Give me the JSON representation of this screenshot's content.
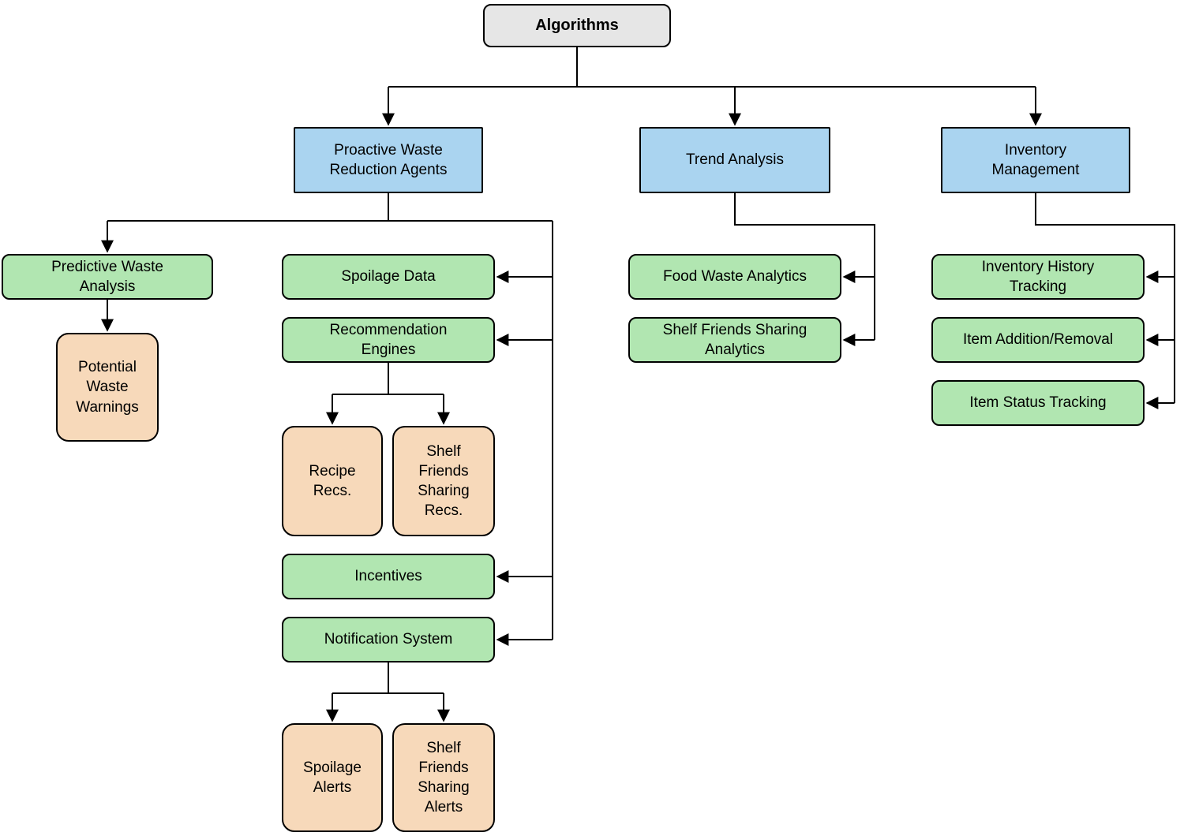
{
  "diagram": {
    "colors": {
      "root_fill": "#e6e6e6",
      "category_fill": "#aad4f0",
      "feature_fill": "#b1e6b1",
      "output_fill": "#f7d9ba",
      "border": "#000000",
      "line": "#000000"
    },
    "nodes": {
      "algorithms": {
        "label": "Algorithms"
      },
      "proactive_waste_reduction_agents": {
        "label": "Proactive Waste\nReduction Agents"
      },
      "trend_analysis": {
        "label": "Trend Analysis"
      },
      "inventory_management": {
        "label": "Inventory\nManagement"
      },
      "predictive_waste_analysis": {
        "label": "Predictive Waste\nAnalysis"
      },
      "potential_waste_warnings": {
        "label": "Potential\nWaste\nWarnings"
      },
      "spoilage_data": {
        "label": "Spoilage Data"
      },
      "recommendation_engines": {
        "label": "Recommendation\nEngines"
      },
      "recipe_recs": {
        "label": "Recipe\nRecs."
      },
      "shelf_friends_sharing_recs": {
        "label": "Shelf\nFriends\nSharing\nRecs."
      },
      "incentives": {
        "label": "Incentives"
      },
      "notification_system": {
        "label": "Notification System"
      },
      "spoilage_alerts": {
        "label": "Spoilage\nAlerts"
      },
      "shelf_friends_sharing_alerts": {
        "label": "Shelf\nFriends\nSharing\nAlerts"
      },
      "food_waste_analytics": {
        "label": "Food Waste Analytics"
      },
      "shelf_friends_sharing_analytics": {
        "label": "Shelf Friends Sharing\nAnalytics"
      },
      "inventory_history_tracking": {
        "label": "Inventory History\nTracking"
      },
      "item_addition_removal": {
        "label": "Item Addition/Removal"
      },
      "item_status_tracking": {
        "label": "Item Status Tracking"
      }
    }
  }
}
